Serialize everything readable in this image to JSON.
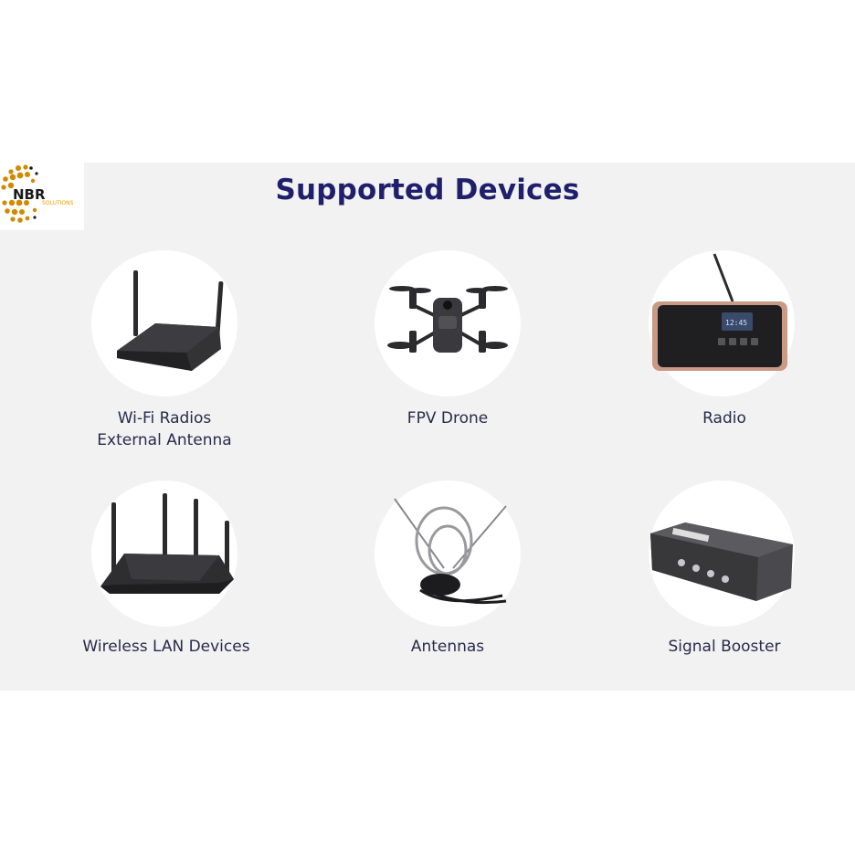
{
  "logo": {
    "brand": "NBR",
    "sub": "SOLUTIONS",
    "accent": "#e8a000",
    "dark": "#1a1a1a",
    "dot_color": "#d08a00"
  },
  "title": "Supported Devices",
  "devices": [
    {
      "icon": "wifi-router-icon",
      "lines": [
        "Wi-Fi Radios",
        "External Antenna"
      ]
    },
    {
      "icon": "drone-icon",
      "lines": [
        "FPV Drone"
      ]
    },
    {
      "icon": "radio-icon",
      "lines": [
        "Radio"
      ]
    },
    {
      "icon": "wireless-lan-router-icon",
      "lines": [
        "Wireless LAN Devices"
      ]
    },
    {
      "icon": "antenna-icon",
      "lines": [
        "Antennas"
      ]
    },
    {
      "icon": "signal-booster-icon",
      "lines": [
        "Signal Booster"
      ]
    }
  ],
  "colors": {
    "title": "#1f1f6b",
    "panel": "#f2f2f3",
    "label": "#2a2a4a",
    "device": "#2b2b2e",
    "radio_body": "#c99a86"
  }
}
